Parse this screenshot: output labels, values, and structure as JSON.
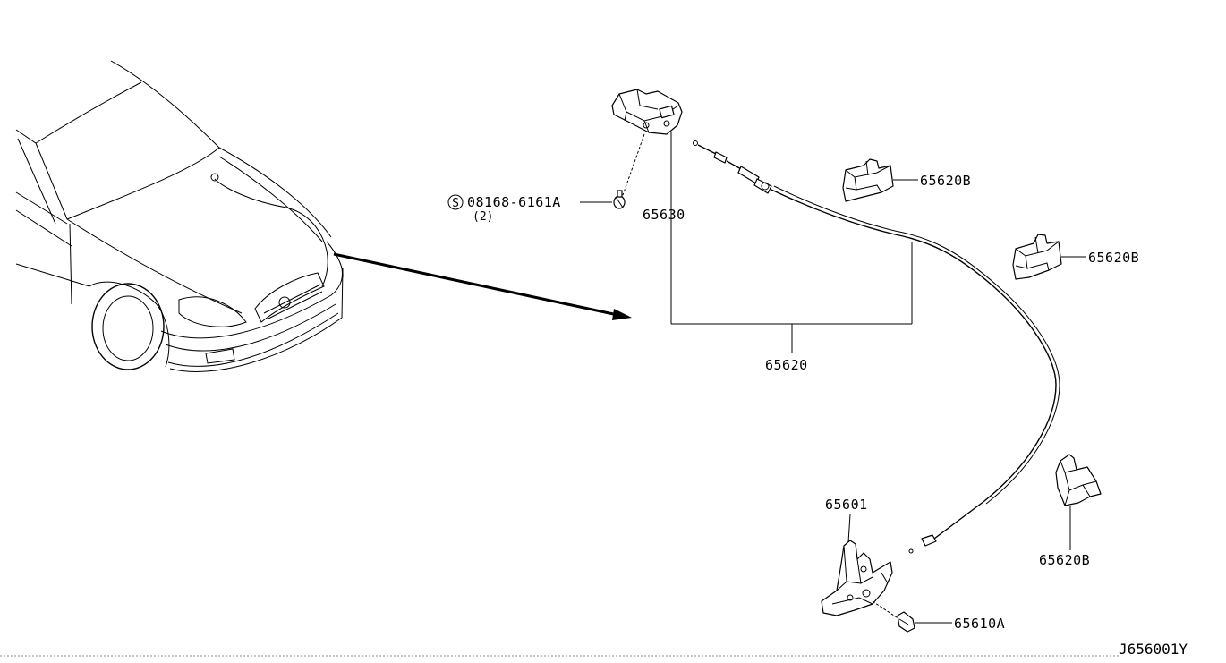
{
  "diagram": {
    "labels": {
      "bolt_screw": "08168-6161A",
      "bolt_qty": "(2)",
      "screw_symbol": "S",
      "handle": "65630",
      "cable_assy": "65620",
      "clip_1": "65620B",
      "clip_2": "65620B",
      "clip_3": "65620B",
      "lock": "65601",
      "lock_bolt": "65610A"
    },
    "diagram_code": "J656001Y"
  }
}
